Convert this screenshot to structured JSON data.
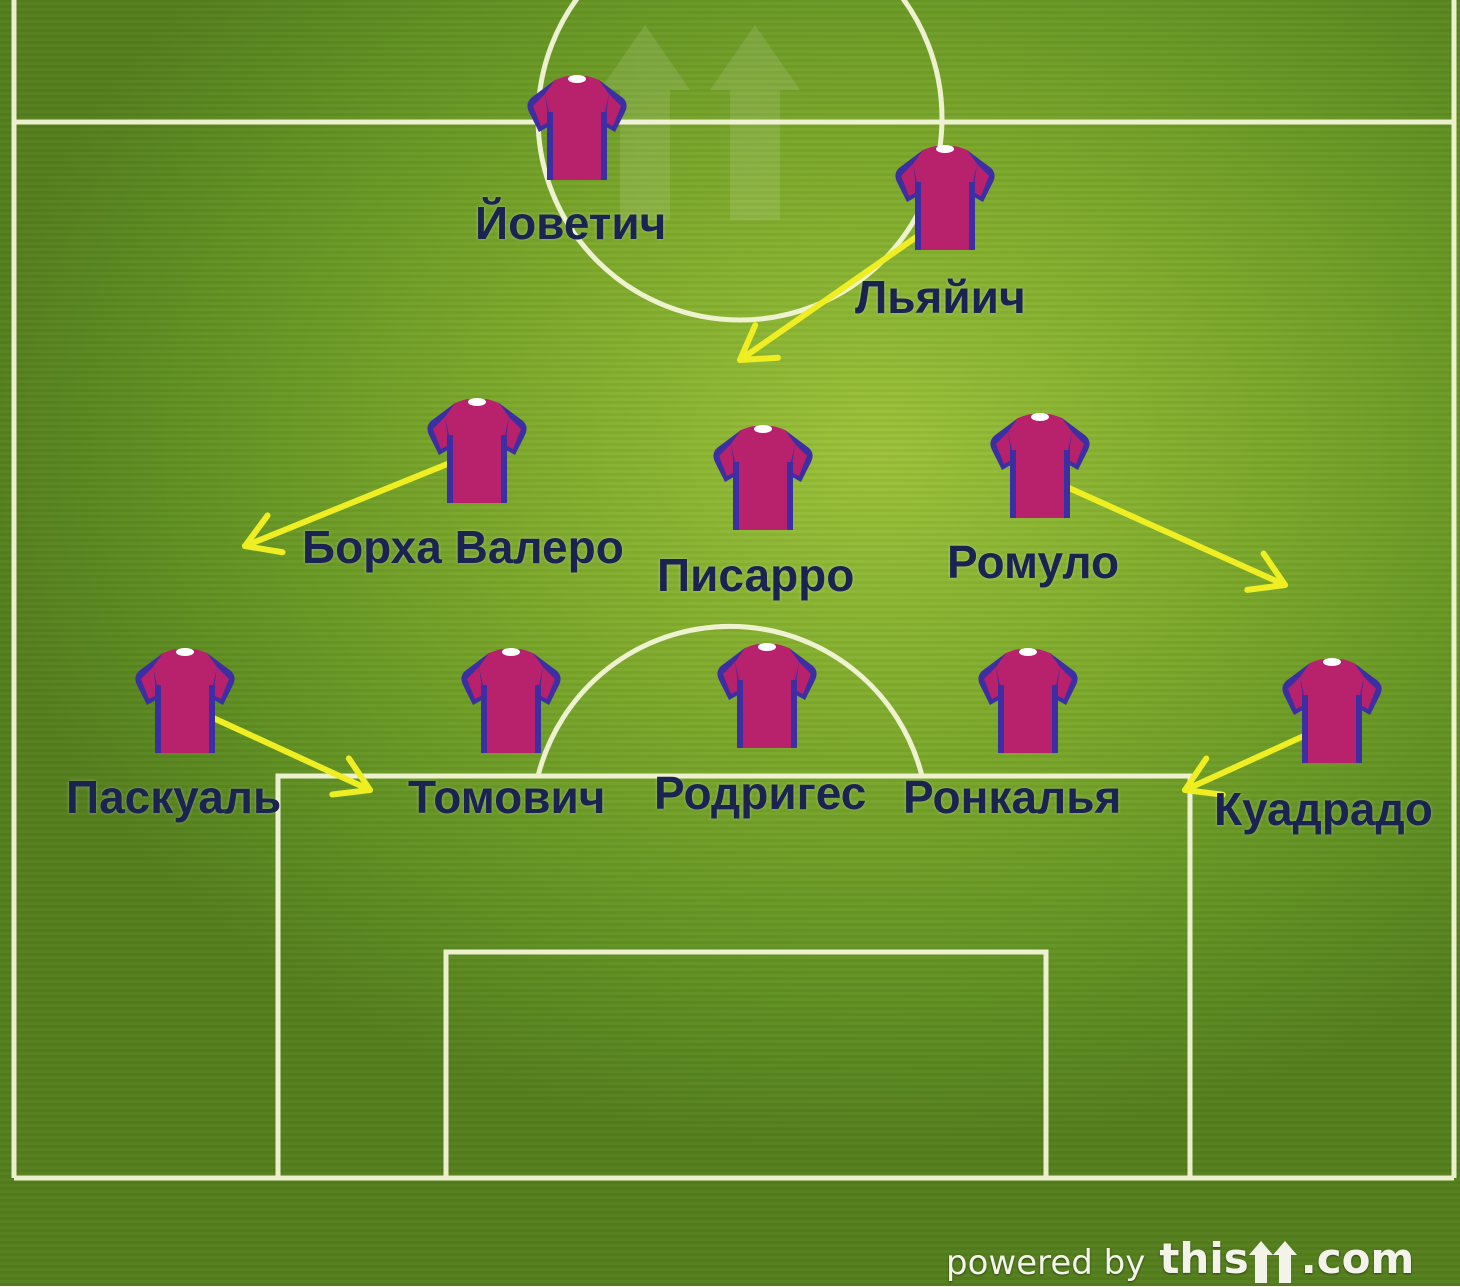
{
  "colors": {
    "shirt_body": "#b8226c",
    "shirt_sleeves": "#3b2fa3",
    "line": "#f4f6d8",
    "arrow": "#eeee22",
    "name_text": "#1b2350"
  },
  "players": [
    {
      "name": "Йоветич",
      "position": "forward"
    },
    {
      "name": "Льяйич",
      "position": "forward"
    },
    {
      "name": "Борха Валеро",
      "position": "midfielder"
    },
    {
      "name": "Писарро",
      "position": "midfielder"
    },
    {
      "name": "Ромуло",
      "position": "midfielder"
    },
    {
      "name": "Паскуаль",
      "position": "defender"
    },
    {
      "name": "Томович",
      "position": "defender"
    },
    {
      "name": "Родригес",
      "position": "defender"
    },
    {
      "name": "Ронкалья",
      "position": "defender"
    },
    {
      "name": "Куадрадо",
      "position": "defender"
    }
  ],
  "movement_arrows": [
    {
      "from": "Льяйич"
    },
    {
      "from": "Борха Валеро"
    },
    {
      "from": "Ромуло"
    },
    {
      "from": "Паскуаль"
    },
    {
      "from": "Куадрадо"
    }
  ],
  "branding": {
    "powered_by": "powered by",
    "brand": "this11.com",
    "brand_left": "this",
    "brand_right": ".com"
  }
}
